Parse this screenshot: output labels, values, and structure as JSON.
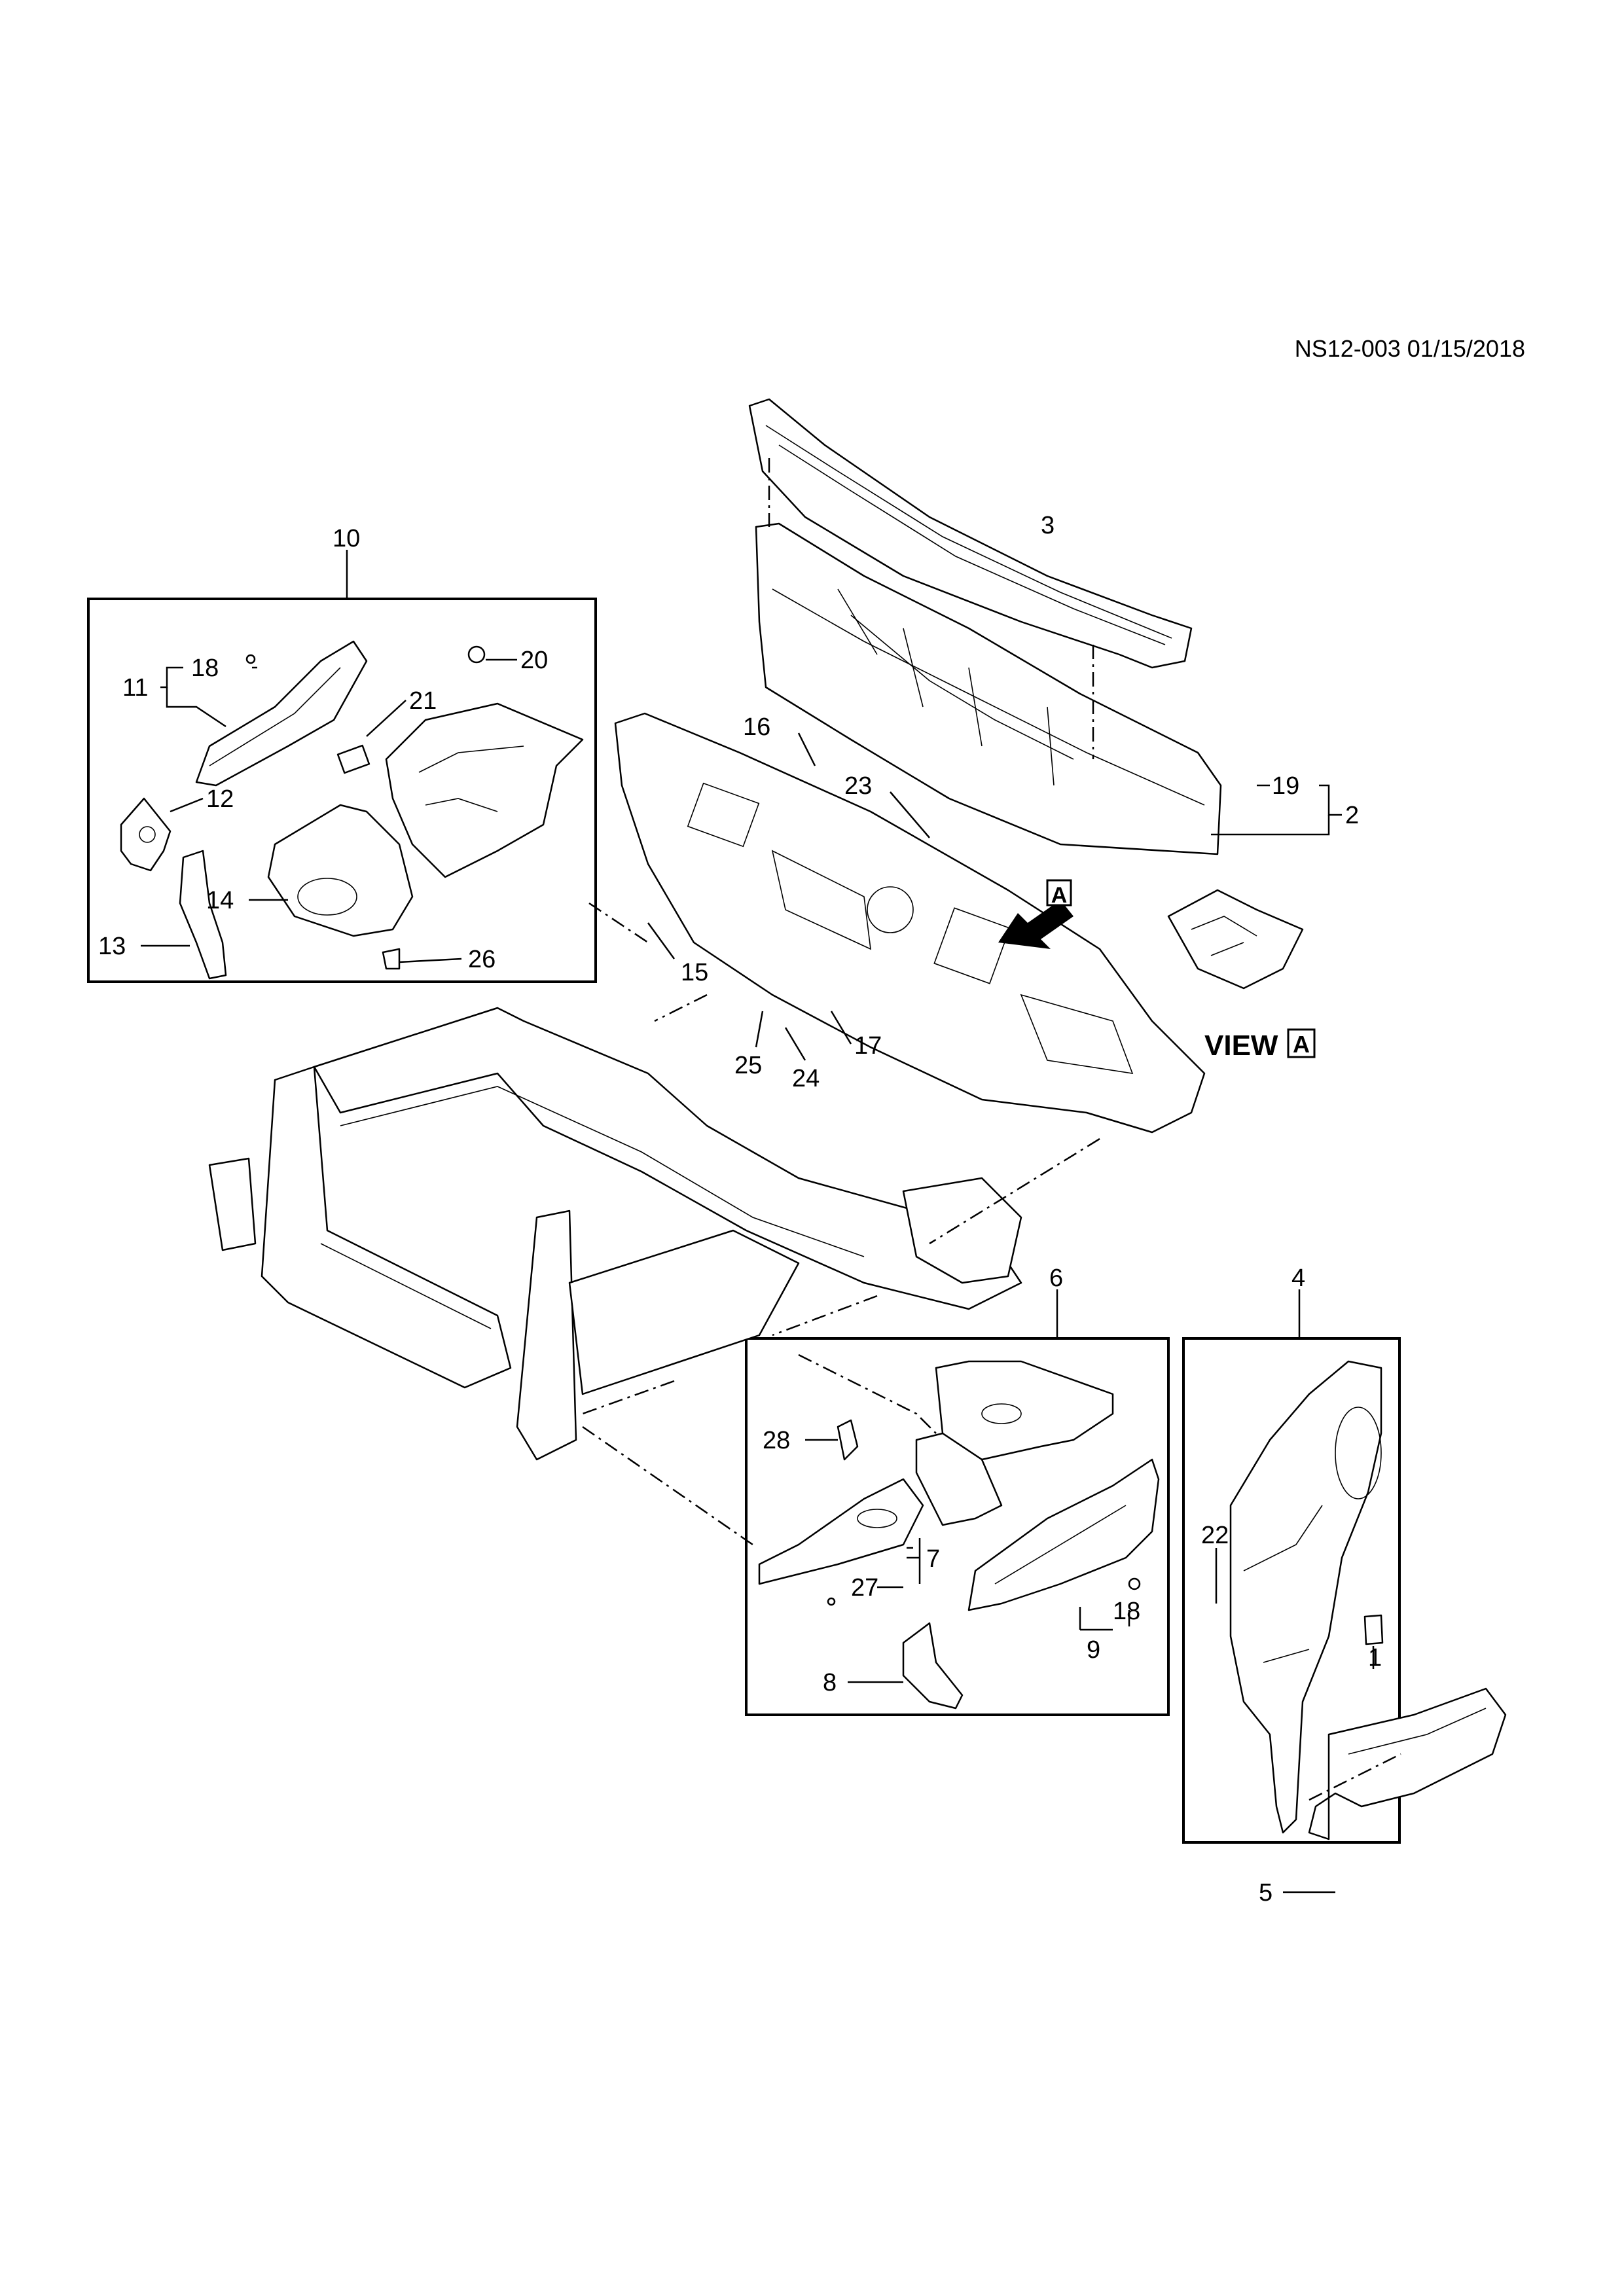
{
  "header": {
    "code": "NS12-003 01/15/2018"
  },
  "view_label": {
    "text": "VIEW",
    "marker": "A"
  },
  "view_arrow": {
    "marker": "A"
  },
  "callouts": {
    "c1": "1",
    "c2": "2",
    "c3": "3",
    "c4": "4",
    "c5": "5",
    "c6": "6",
    "c7": "7",
    "c8": "8",
    "c9": "9",
    "c10": "10",
    "c11": "11",
    "c12": "12",
    "c13": "13",
    "c14": "14",
    "c15": "15",
    "c16": "16",
    "c17": "17",
    "c18a": "18",
    "c18b": "18",
    "c19": "19",
    "c20": "20",
    "c21": "21",
    "c22": "22",
    "c23": "23",
    "c24": "24",
    "c25": "25",
    "c26": "26",
    "c27": "27",
    "c28": "28"
  }
}
